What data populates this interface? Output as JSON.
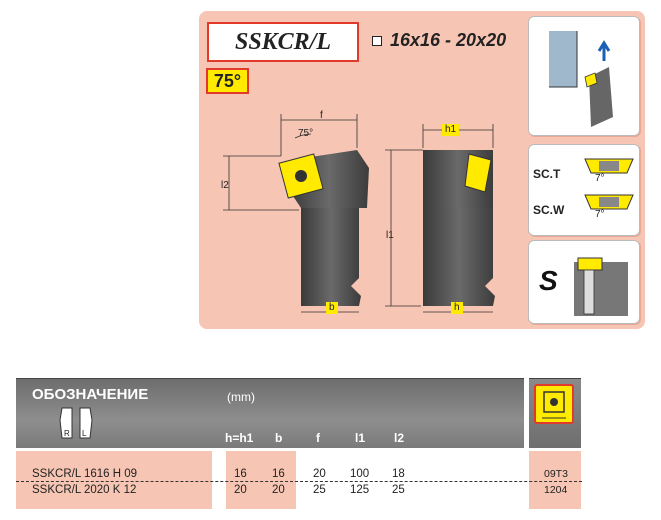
{
  "header": {
    "model": "SSKCR/L",
    "size_range": "16x16 - 20x20",
    "angle": "75°"
  },
  "drawing": {
    "label_f": "f",
    "label_75": "75°",
    "label_l2": "l2",
    "label_l1": "l1",
    "label_h1": "h1",
    "label_b": "b",
    "label_h": "h",
    "sc_t": "SC.T",
    "sc_w": "SC.W",
    "seven_deg": "7°",
    "s_type": "S"
  },
  "table": {
    "title": "ОБОЗНАЧЕНИЕ",
    "unit": "(mm)",
    "hand_r": "R",
    "hand_l": "L",
    "columns": [
      "h=h1",
      "b",
      "f",
      "l1",
      "l2"
    ],
    "rows": [
      {
        "designation": "SSKCR/L  1616   H  09",
        "h": "16",
        "b": "16",
        "f": "20",
        "l1": "100",
        "l2": "18",
        "insert": "09T3"
      },
      {
        "designation": "SSKCR/L  2020   K  12",
        "h": "20",
        "b": "20",
        "f": "25",
        "l1": "125",
        "l2": "25",
        "insert": "1204"
      }
    ]
  },
  "colors": {
    "panel": "#f7c5b3",
    "accent_red": "#e23a2a",
    "insert_yellow": "#ffea00",
    "steel": "#4a4a4a"
  }
}
